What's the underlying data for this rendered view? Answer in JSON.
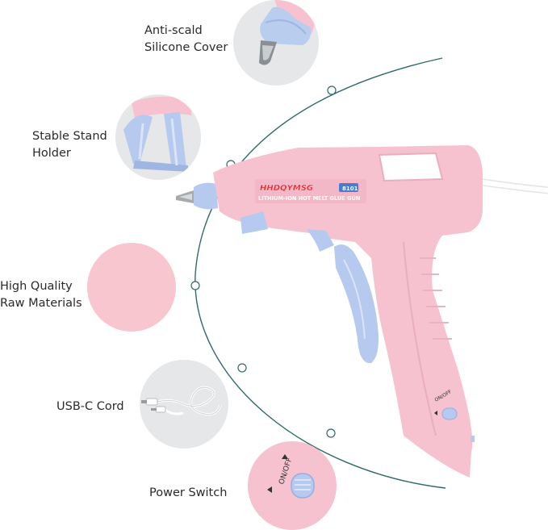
{
  "features": [
    {
      "line1": "Anti-scald",
      "line2": "Silicone Cover"
    },
    {
      "line1": "Stable Stand",
      "line2": "Holder"
    },
    {
      "line1": "High Quality",
      "line2": "Raw Materials"
    },
    {
      "line1": "USB-C Cord",
      "line2": ""
    },
    {
      "line1": "Power Switch",
      "line2": ""
    }
  ],
  "product": {
    "brand": "HHDQYMSG",
    "model": "8101",
    "description": "LITHIUM-ION HOT MELT GLUE GUN",
    "switch_label": "ON/OFF"
  },
  "colors": {
    "gun_pink": "#f6c2cf",
    "trigger_blue": "#b6c9ee",
    "arc_teal": "#2f6a6a",
    "circle_gray": "#e6e7e8",
    "brand_red": "#e8232a"
  }
}
